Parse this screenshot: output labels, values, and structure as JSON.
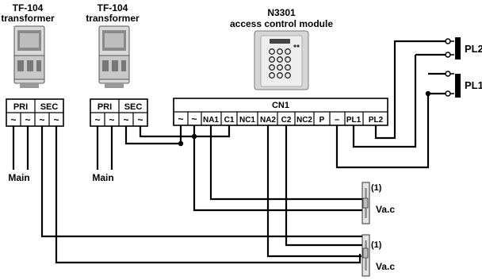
{
  "transformer_left": {
    "model": "TF-104",
    "name": "transformer",
    "terminals": [
      "PRI",
      "SEC"
    ],
    "pins": [
      "~",
      "~",
      "~",
      "~"
    ],
    "mains_label": "Main"
  },
  "transformer_right": {
    "model": "TF-104",
    "name": "transformer",
    "terminals": [
      "PRI",
      "SEC"
    ],
    "pins": [
      "~",
      "~",
      "~",
      "~"
    ],
    "mains_label": "Main"
  },
  "module": {
    "model": "N3301",
    "name": "access control module"
  },
  "connector": {
    "name": "CN1",
    "pins": [
      "~",
      "~",
      "NA1",
      "C1",
      "NC1",
      "NA2",
      "C2",
      "NC2",
      "P",
      "–",
      "PL1",
      "PL2"
    ]
  },
  "buttons": [
    {
      "label": "PL2"
    },
    {
      "label": "PL1"
    }
  ],
  "locks": [
    {
      "note": "(1)",
      "label": "Va.c"
    },
    {
      "note": "(1)",
      "label": "Va.c"
    }
  ]
}
